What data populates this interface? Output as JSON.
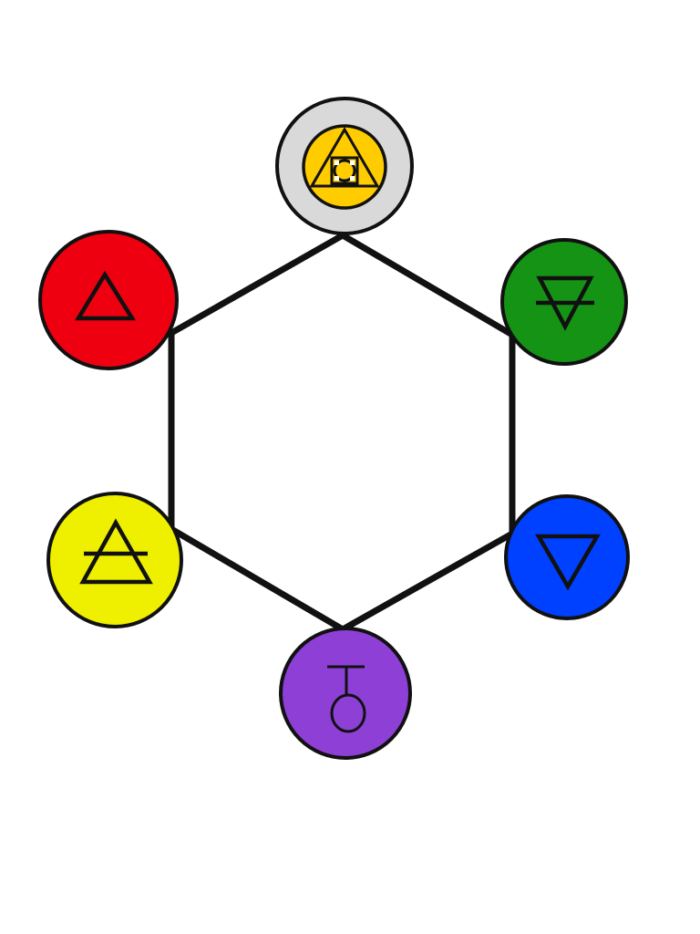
{
  "diagram": {
    "structure": "hexagon",
    "line_color": "#111111",
    "nodes": [
      {
        "id": "top",
        "symbol": "quintessence-icon",
        "color": "#d9d9d9",
        "inner_color": "#ffcc00"
      },
      {
        "id": "upper-right",
        "symbol": "earth-icon",
        "color": "#149314"
      },
      {
        "id": "lower-right",
        "symbol": "water-icon",
        "color": "#0040ff"
      },
      {
        "id": "bottom",
        "symbol": "aether-icon",
        "color": "#8e3fd6"
      },
      {
        "id": "lower-left",
        "symbol": "air-icon",
        "color": "#eef000"
      },
      {
        "id": "upper-left",
        "symbol": "fire-icon",
        "color": "#ee0010"
      }
    ]
  }
}
